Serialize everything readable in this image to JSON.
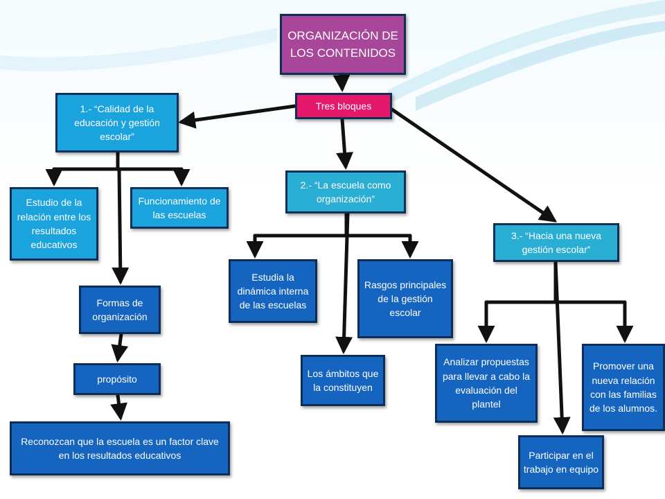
{
  "diagram": {
    "title": "ORGANIZACIÓN DE LOS CONTENIDOS",
    "root": "Tres bloques",
    "block1": {
      "label": "1.- “Calidad de la educación y gestión escolar”",
      "children": {
        "estudio": "Estudio de la relación entre los resultados educativos",
        "funcionamiento": "Funcionamiento de las escuelas",
        "formas": "Formas de organización",
        "proposito": "propósito",
        "reconozcan": "Reconozcan que la escuela es un factor clave en los resultados educativos"
      }
    },
    "block2": {
      "label": "2.- “La escuela como organización”",
      "children": {
        "estudia": "Estudia la dinámica interna de las escuelas",
        "rasgos": "Rasgos principales de la gestión escolar",
        "ambitos": "Los ámbitos que la constituyen"
      }
    },
    "block3": {
      "label": "3.- “Hacia una nueva gestión escolar”",
      "children": {
        "analizar": "Analizar propuestas para llevar a cabo la evaluación del plantel",
        "promover": "Promover una nueva relación con las familias de los alumnos.",
        "participar": "Participar en el trabajo en equipo"
      }
    }
  },
  "colors": {
    "title_fill": "#a8479a",
    "root_fill": "#e4196c",
    "light_fill": "#1aa3dc",
    "teal_fill": "#2aaed3",
    "dark_fill": "#1565c0",
    "connector": "#111111"
  }
}
